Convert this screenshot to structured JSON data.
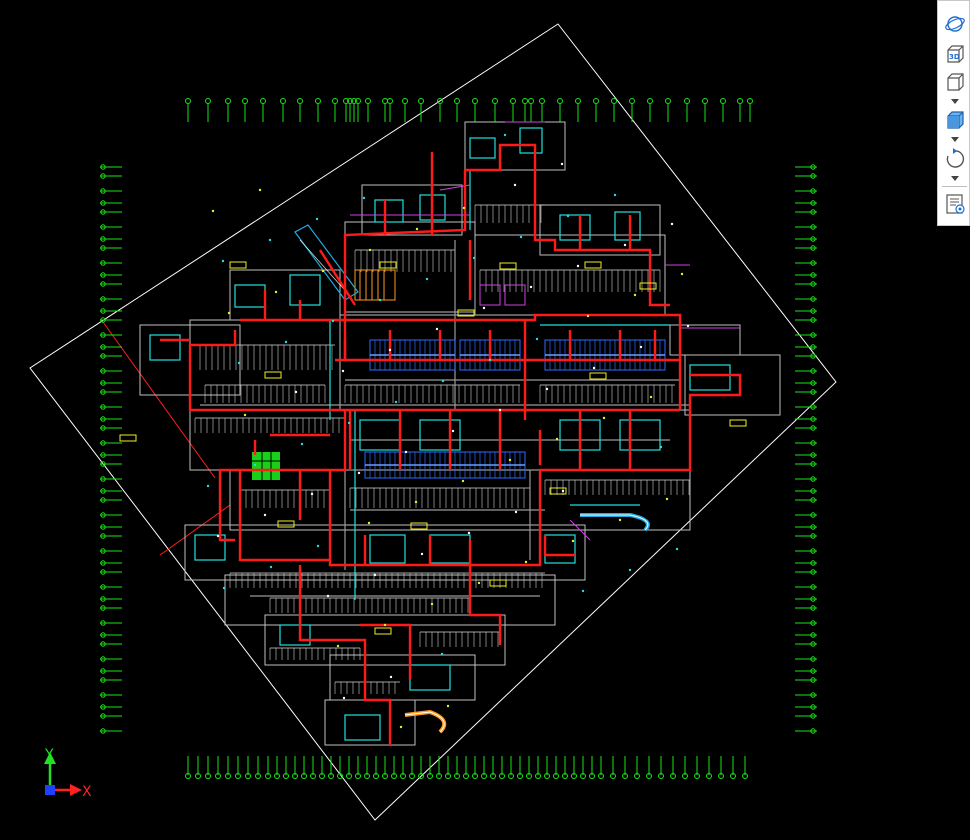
{
  "viewport": {
    "background": "#000000"
  },
  "ucs_icon": {
    "x_label": "X",
    "y_label": "Y",
    "x_color": "#ff2020",
    "y_color": "#20e020",
    "origin_color": "#2040ff"
  },
  "toolbar": {
    "items": [
      {
        "name": "orbit-button",
        "icon": "orbit-icon"
      },
      {
        "name": "3d-view-button",
        "icon": "3d-cube-icon",
        "label": "3D"
      },
      {
        "name": "wireframe-style-button",
        "icon": "wireframe-cube-icon"
      },
      {
        "name": "shaded-style-button",
        "icon": "shaded-cube-icon"
      },
      {
        "name": "regen-button",
        "icon": "rotate-icon"
      },
      {
        "name": "properties-button",
        "icon": "properties-list-icon"
      }
    ]
  },
  "colors": {
    "grid": "#19e619",
    "pipe": "#ff1a1a",
    "wall": "#ffffff",
    "cyan": "#22e0e0",
    "blue": "#2b6bff",
    "magenta": "#d040e0",
    "yellow": "#f0f020",
    "toolbar_accent": "#1f6fd0"
  }
}
